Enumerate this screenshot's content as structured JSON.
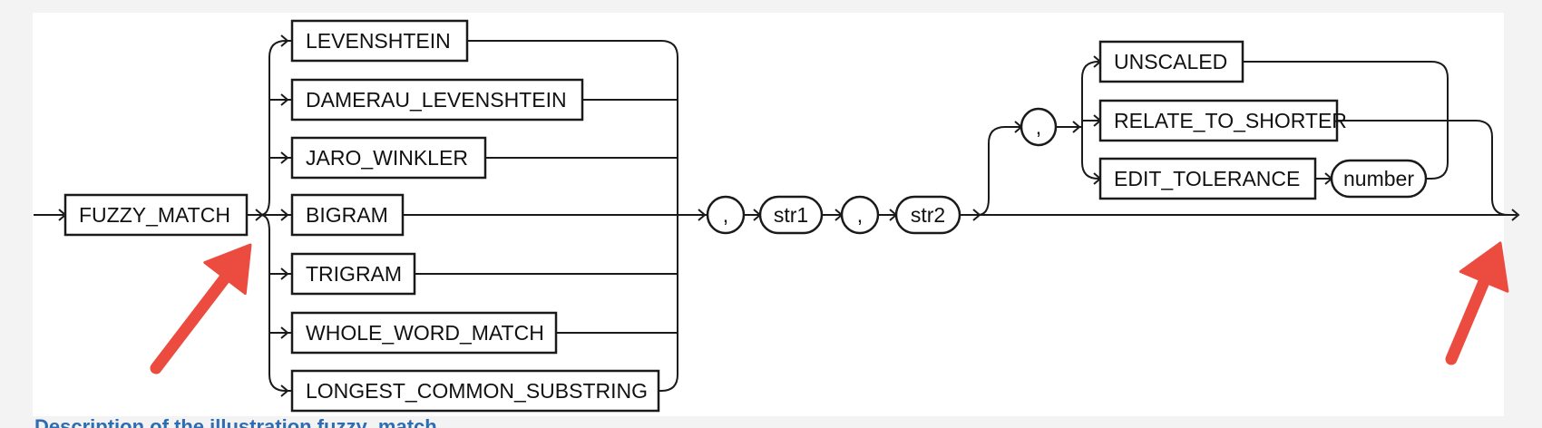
{
  "diagram": {
    "start_keyword": "FUZZY_MATCH",
    "algorithms": [
      "LEVENSHTEIN",
      "DAMERAU_LEVENSHTEIN",
      "JARO_WINKLER",
      "BIGRAM",
      "TRIGRAM",
      "WHOLE_WORD_MATCH",
      "LONGEST_COMMON_SUBSTRING"
    ],
    "comma": ",",
    "arg1": "str1",
    "arg2": "str2",
    "options": [
      "UNSCALED",
      "RELATE_TO_SHORTER",
      "EDIT_TOLERANCE"
    ],
    "option_argument": "number"
  },
  "colors": {
    "line": "#1a1a1a",
    "arrow_annotation": "#ec4b3f",
    "background": "#f3f3f3",
    "panel": "#ffffff"
  },
  "annotations": [
    "red-arrow-annotation",
    "red-arrow-annotation"
  ]
}
